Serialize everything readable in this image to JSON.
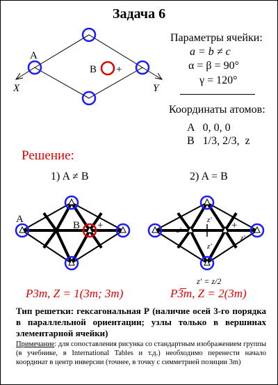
{
  "title": "Задача 6",
  "params": {
    "heading": "Параметры ячейки:",
    "line1": "a = b ≠ c",
    "line2": "α = β = 90°",
    "line3": "γ = 120°"
  },
  "coords": {
    "heading": "Координаты атомов:",
    "atomA": "A   0, 0, 0",
    "atomB": "B   1/3, 2/3,  z"
  },
  "top_cell": {
    "label_a": "A",
    "label_b": "B",
    "plus": "+",
    "axis_x": "X",
    "axis_y": "Y"
  },
  "solution": {
    "heading": "Решение:",
    "case1_title": "1) A ≠ B",
    "case2_title": "2) A = B",
    "case1_label_a": "A",
    "case1_label_b": "B",
    "plus": "+",
    "z_label": "z'",
    "z_relation": "z' = z/2",
    "group1": "P3m, Z = 1(3m; 3m)",
    "group2": "P3m, Z = 2(3m)"
  },
  "footer": {
    "lattice": "Тип решетки: гексагональная Р (наличие осей 3-го порядка в параллельной ориентации; узлы только в вершинах элементарной ячейки)",
    "note_label": "Примечание",
    "note_text": ": для сопоставления рисунка со стандартным изображением группы (в учебнике, в International Tables и т.д.) необходимо перенести начало координат в центр инверсии (точнее, в точку с симметрией позиции 3m)"
  },
  "colors": {
    "circle": "#1a1aff",
    "atom_b": "#e00000",
    "solution": "#e00000"
  }
}
